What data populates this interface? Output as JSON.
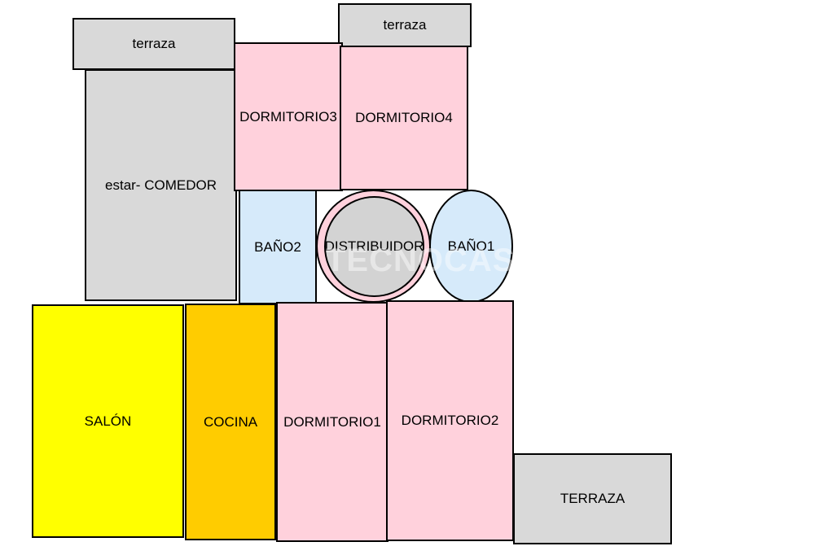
{
  "colors": {
    "terrace": "#d9d9d9",
    "living": "#d9d9d9",
    "bedroom": "#ffd1dc",
    "bath": "#d6eafa",
    "distributor": "#d3d3d3",
    "distributor_ring": "#ffd1dc",
    "salon": "#ffff00",
    "kitchen": "#ffcc00",
    "outline": "#000000"
  },
  "rooms": {
    "terraza_left": "terraza",
    "terraza_top": "terraza",
    "estar_comedor": "estar- COMEDOR",
    "dormitorio3": "DORMITORIO3",
    "dormitorio4": "DORMITORIO4",
    "bano2": "BAÑO2",
    "distribuidor": "DISTRIBUIDOR",
    "bano1": "BAÑO1",
    "salon": "SALÓN",
    "cocina": "COCINA",
    "dormitorio1": "DORMITORIO1",
    "dormitorio2": "DORMITORIO2",
    "terraza_main": "TERRAZA"
  },
  "watermark": {
    "text": "TECNOCASA"
  }
}
